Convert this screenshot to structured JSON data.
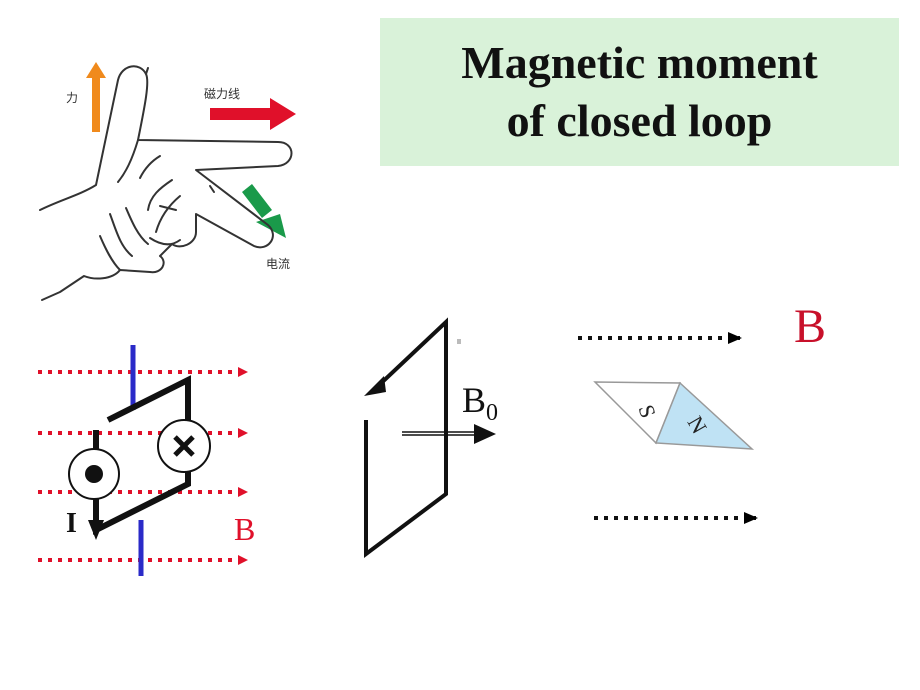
{
  "title": {
    "line1": "Magnetic moment",
    "line2": "of closed loop"
  },
  "hand_diagram": {
    "force_label": "力",
    "field_label": "磁力线",
    "current_label": "电流"
  },
  "loop_diagram": {
    "current_label": "I",
    "field_label": "B"
  },
  "tilted_loop": {
    "field_label": "B",
    "field_subscript": "0"
  },
  "compass_diagram": {
    "field_label": "B",
    "south_label": "S",
    "north_label": "N"
  },
  "colors": {
    "title_bg": "#d9f2d9",
    "red": "#e0102a",
    "blue": "#2a2ac8",
    "field_label_red": "#c8102a",
    "orange": "#f08a1c",
    "green": "#1a9a4a",
    "needle_blue": "#bfe2f4"
  }
}
